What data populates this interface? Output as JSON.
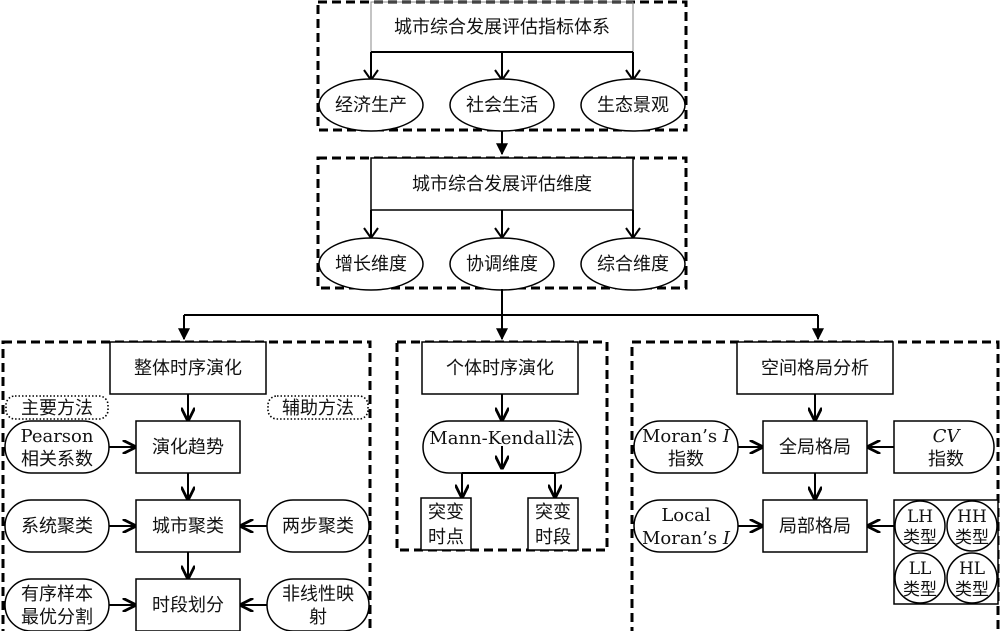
{
  "top_section": {
    "title": "城市综合发展评估指标体系",
    "items": [
      "经济生产",
      "社会生活",
      "生态景观"
    ]
  },
  "dimension_section": {
    "title": "城市综合发展评估维度",
    "items": [
      "增长维度",
      "协调维度",
      "综合维度"
    ]
  },
  "overall_evolution": {
    "title": "整体时序演化",
    "main_method_label": "主要方法",
    "aux_method_label": "辅助方法",
    "steps": [
      "演化趋势",
      "城市聚类",
      "时段划分"
    ],
    "main_methods": [
      [
        "Pearson",
        "相关系数"
      ],
      [
        "系统聚类"
      ],
      [
        "有序样本",
        "最优分割"
      ]
    ],
    "aux_methods": [
      [
        "两步聚类"
      ],
      [
        "非线性映",
        "射"
      ]
    ]
  },
  "individual_evolution": {
    "title": "个体时序演化",
    "method": "Mann-Kendall法",
    "outputs": [
      [
        "突变",
        "时点"
      ],
      [
        "突变",
        "时段"
      ]
    ]
  },
  "spatial_analysis": {
    "title": "空间格局分析",
    "steps": [
      "全局格局",
      "局部格局"
    ],
    "global_left": [
      "Moran’s ",
      "I",
      "指数"
    ],
    "global_right": [
      "CV",
      "指数"
    ],
    "local_left": [
      "Local",
      "Moran’s ",
      "I"
    ],
    "types": [
      {
        "code": "LH",
        "label": "类型"
      },
      {
        "code": "HH",
        "label": "类型"
      },
      {
        "code": "LL",
        "label": "类型"
      },
      {
        "code": "HL",
        "label": "类型"
      }
    ]
  }
}
